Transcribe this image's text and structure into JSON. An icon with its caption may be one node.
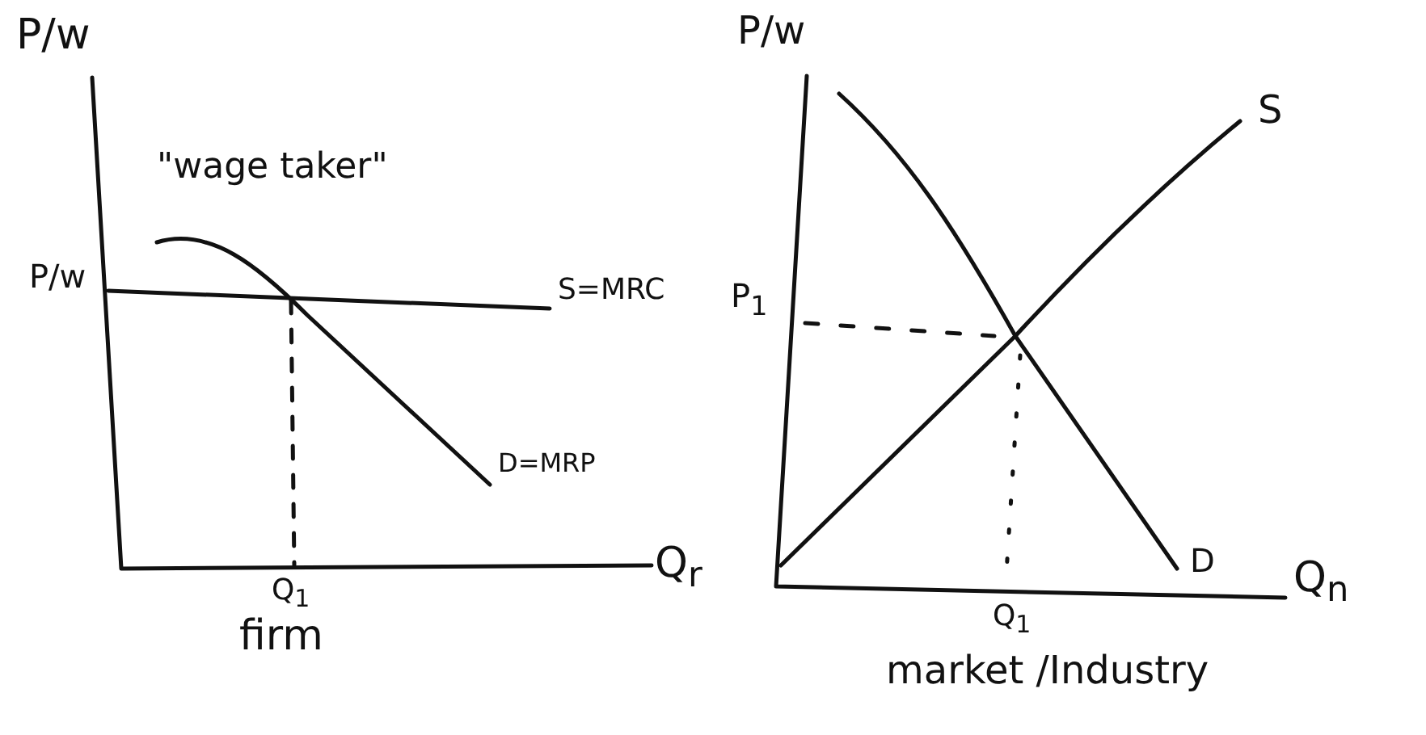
{
  "diagram": {
    "labels": [
      "P/w",
      "\"wage taker\"",
      "P/w",
      "S=MRC",
      "D=MRP",
      "Q$_{1}$",
      "Q$_{r}$",
      "firm",
      "P/w",
      "S",
      "P$_{1}$",
      "D",
      "Q$_{1}$",
      "Q$_{n}$",
      "market /Industry"
    ]
  }
}
